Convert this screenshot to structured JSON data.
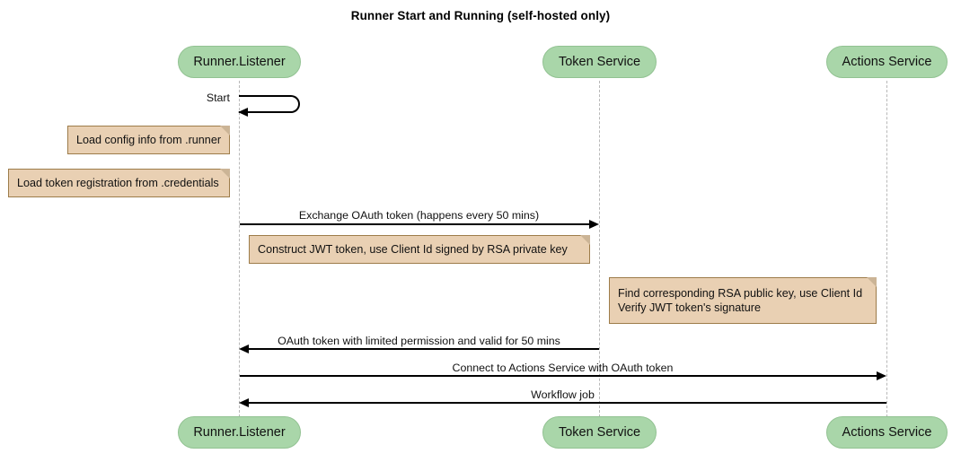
{
  "diagram": {
    "title": "Runner Start and Running (self-hosted only)",
    "type": "sequence-diagram",
    "colors": {
      "participant_fill": "#a9d6a9",
      "participant_border": "#92c292",
      "note_fill": "#e9d0b3",
      "note_border": "#9d7c4a",
      "lifeline": "#b8b8b8",
      "arrow": "#000000",
      "background": "#ffffff"
    }
  },
  "participants": [
    {
      "id": "runner-listener",
      "label": "Runner.Listener"
    },
    {
      "id": "token-service",
      "label": "Token Service"
    },
    {
      "id": "actions-service",
      "label": "Actions Service"
    }
  ],
  "participants_bottom": [
    {
      "id": "runner-listener",
      "label": "Runner.Listener"
    },
    {
      "id": "token-service",
      "label": "Token Service"
    },
    {
      "id": "actions-service",
      "label": "Actions Service"
    }
  ],
  "messages": [
    {
      "id": "start",
      "label": "Start",
      "from": "runner-listener",
      "to": "runner-listener",
      "kind": "self"
    },
    {
      "id": "exchange-oauth-token",
      "label": "Exchange OAuth token (happens every 50 mins)",
      "from": "runner-listener",
      "to": "token-service",
      "kind": "sync",
      "direction": "right"
    },
    {
      "id": "oauth-token-reply",
      "label": "OAuth token with limited permission and valid for 50 mins",
      "from": "token-service",
      "to": "runner-listener",
      "kind": "sync",
      "direction": "left"
    },
    {
      "id": "connect-actions-service",
      "label": "Connect to Actions Service with OAuth token",
      "from": "runner-listener",
      "to": "actions-service",
      "kind": "sync",
      "direction": "right"
    },
    {
      "id": "workflow-job",
      "label": "Workflow job",
      "from": "actions-service",
      "to": "runner-listener",
      "kind": "sync",
      "direction": "left"
    }
  ],
  "notes": [
    {
      "id": "load-config",
      "text": "Load config info from .runner",
      "attached_to": "runner-listener"
    },
    {
      "id": "load-token-registration",
      "text": "Load token registration from .credentials",
      "attached_to": "runner-listener"
    },
    {
      "id": "construct-jwt",
      "text": "Construct JWT token, use Client Id signed by RSA private key",
      "attached_to": "runner-listener"
    },
    {
      "id": "verify-jwt",
      "text": "Find corresponding RSA public key, use Client Id\nVerify JWT token's signature",
      "attached_to": "token-service"
    }
  ]
}
